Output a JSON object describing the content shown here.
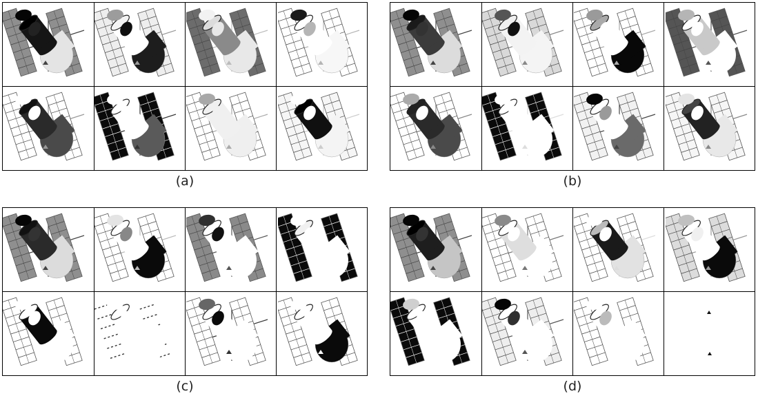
{
  "panels": [
    {
      "caption": "(a)",
      "cells": [
        {
          "style": "full",
          "ll": "#8f8f8f",
          "lr": "#8f8f8f",
          "cyl": "#151515",
          "band": "#000000",
          "ov1": "#050505",
          "ov2": "#222222",
          "lower": "#e4e4e4",
          "pole": "#444444"
        },
        {
          "style": "full",
          "ll": "#eeeeee",
          "lr": "#eeeeee",
          "cyl": "#ffffff",
          "band": "#f4f4f4",
          "ov1": "#9c9c9c",
          "ov2": "#0f0f0f",
          "lower": "#1d1d1d",
          "pole": "#9a9a9a"
        },
        {
          "style": "full",
          "ll": "#6c6c6c",
          "lr": "#6c6c6c",
          "cyl": "#8a8a8a",
          "band": "#dcdcdc",
          "ov1": "#f2f2f2",
          "ov2": "#e8e8e8",
          "lower": "#e8e8e8",
          "pole": "#bbbbbb"
        },
        {
          "style": "outline",
          "ll": "#ffffff",
          "lr": "#ffffff",
          "cyl": "#ffffff",
          "band": "#ffffff",
          "ov1": "#1a1a1a",
          "ov2": "#b5b5b5",
          "lower": "#f7f7f7",
          "pole": "#b5b5b5"
        },
        {
          "style": "outline",
          "ll": "#ffffff",
          "lr": "#ffffff",
          "cyl": "#2a2a2a",
          "band": "#111111",
          "ov1": "#ffffff",
          "ov2": "#ffffff",
          "lower": "#4a4a4a",
          "pole": "#999999"
        },
        {
          "style": "solar",
          "ll": "#0a0a0a",
          "lr": "#0a0a0a",
          "cyl": "#ffffff",
          "band": "#ffffff",
          "ov1": "#ffffff",
          "ov2": "#ffffff",
          "lower": "#5a5a5a",
          "pole": "#333333"
        },
        {
          "style": "outline",
          "ll": "#ffffff",
          "lr": "#ffffff",
          "cyl": "#f0f0f0",
          "band": "#f0f0f0",
          "ov1": "#a8a8a8",
          "ov2": "#f0f0f0",
          "lower": "#efefef",
          "pole": "#aaaaaa"
        },
        {
          "style": "outline",
          "ll": "#f6f6f6",
          "lr": "#f6f6f6",
          "cyl": "#101010",
          "band": "#000000",
          "ov1": "#ffffff",
          "ov2": "#ffffff",
          "lower": "#f4f4f4",
          "pole": "#cccccc"
        }
      ]
    },
    {
      "caption": "(b)",
      "cells": [
        {
          "style": "full",
          "ll": "#8f8f8f",
          "lr": "#8f8f8f",
          "cyl": "#3b3b3b",
          "band": "#1a1a1a",
          "ov1": "#050505",
          "ov2": "#333333",
          "lower": "#dcdcdc",
          "pole": "#444444"
        },
        {
          "style": "full",
          "ll": "#d9d9d9",
          "lr": "#d9d9d9",
          "cyl": "#f3f3f3",
          "band": "#f0f0f0",
          "ov1": "#555555",
          "ov2": "#111111",
          "lower": "#f4f4f4",
          "pole": "#888888"
        },
        {
          "style": "outline",
          "ll": "#ffffff",
          "lr": "#ffffff",
          "cyl": "#ffffff",
          "band": "#aaaaaa",
          "ov1": "#9a9a9a",
          "ov2": "#ffffff",
          "lower": "#080808",
          "pole": "#aaaaaa"
        },
        {
          "style": "full",
          "ll": "#555555",
          "lr": "#555555",
          "cyl": "#c9c9c9",
          "band": "#ffffff",
          "ov1": "#b5b5b5",
          "ov2": "#ffffff",
          "lower": "#ffffff",
          "pole": "#555555"
        },
        {
          "style": "outline",
          "ll": "#ffffff",
          "lr": "#ffffff",
          "cyl": "#2a2a2a",
          "band": "#222222",
          "ov1": "#aaaaaa",
          "ov2": "#ffffff",
          "lower": "#4a4a4a",
          "pole": "#888888"
        },
        {
          "style": "solar",
          "ll": "#0a0a0a",
          "lr": "#0a0a0a",
          "cyl": "#ffffff",
          "band": "#ffffff",
          "ov1": "#ffffff",
          "ov2": "#ffffff",
          "lower": "#ffffff",
          "pole": "#dddddd"
        },
        {
          "style": "outline",
          "ll": "#f2f2f2",
          "lr": "#f2f2f2",
          "cyl": "#ffffff",
          "band": "#ffffff",
          "ov1": "#050505",
          "ov2": "#9a9a9a",
          "lower": "#6a6a6a",
          "pole": "#444444"
        },
        {
          "style": "outline",
          "ll": "#f6f6f6",
          "lr": "#f6f6f6",
          "cyl": "#222222",
          "band": "#444444",
          "ov1": "#e4e4e4",
          "ov2": "#ffffff",
          "lower": "#e8e8e8",
          "pole": "#888888"
        }
      ]
    },
    {
      "caption": "(c)",
      "cells": [
        {
          "style": "full",
          "ll": "#8f8f8f",
          "lr": "#8f8f8f",
          "cyl": "#2a2a2a",
          "band": "#111111",
          "ov1": "#050505",
          "ov2": "#333333",
          "lower": "#dcdcdc",
          "pole": "#444444"
        },
        {
          "style": "outline",
          "ll": "#ffffff",
          "lr": "#ffffff",
          "cyl": "#ffffff",
          "band": "#ffffff",
          "ov1": "#e4e4e4",
          "ov2": "#888888",
          "lower": "#0a0a0a",
          "pole": "#bbbbbb"
        },
        {
          "style": "full",
          "ll": "#8a8a8a",
          "lr": "#8a8a8a",
          "cyl": "#ffffff",
          "band": "#ffffff",
          "ov1": "#303030",
          "ov2": "#111111",
          "lower": "#ffffff",
          "pole": "#555555"
        },
        {
          "style": "solar",
          "ll": "#0a0a0a",
          "lr": "#0a0a0a",
          "cyl": "#ffffff",
          "band": "#f0f0f0",
          "ov1": "#ffffff",
          "ov2": "#ffffff",
          "lower": "#ffffff",
          "pole": "#ffffff"
        },
        {
          "style": "partial",
          "ll": "#ffffff",
          "lr": "#ffffff",
          "cyl": "#0a0a0a",
          "band": "#ffffff",
          "ov1": "#ffffff",
          "ov2": "#ffffff",
          "lower": "#ffffff",
          "pole": "#ffffff"
        },
        {
          "style": "sparse",
          "ll": "#ffffff",
          "lr": "#ffffff",
          "cyl": "#ffffff",
          "band": "#ffffff",
          "ov1": "#ffffff",
          "ov2": "#ffffff",
          "lower": "#ffffff",
          "pole": "#ffffff"
        },
        {
          "style": "outline",
          "ll": "#ffffff",
          "lr": "#ffffff",
          "cyl": "#ffffff",
          "band": "#ffffff",
          "ov1": "#666666",
          "ov2": "#0a0a0a",
          "lower": "#ffffff",
          "pole": "#333333"
        },
        {
          "style": "partial",
          "ll": "#ffffff",
          "lr": "#ffffff",
          "cyl": "#ffffff",
          "band": "#ffffff",
          "ov1": "#ffffff",
          "ov2": "#ffffff",
          "lower": "#0a0a0a",
          "pole": "#ffffff"
        }
      ]
    },
    {
      "caption": "(d)",
      "cells": [
        {
          "style": "full",
          "ll": "#8f8f8f",
          "lr": "#8f8f8f",
          "cyl": "#1e1e1e",
          "band": "#000000",
          "ov1": "#050505",
          "ov2": "#333333",
          "lower": "#c5c5c5",
          "pole": "#444444"
        },
        {
          "style": "outline",
          "ll": "#ffffff",
          "lr": "#ffffff",
          "cyl": "#dedede",
          "band": "#ffffff",
          "ov1": "#8a8a8a",
          "ov2": "#ffffff",
          "lower": "#ffffff",
          "pole": "#777777"
        },
        {
          "style": "partial",
          "ll": "#ffffff",
          "lr": "#ffffff",
          "cyl": "#1a1a1a",
          "band": "#bbbbbb",
          "ov1": "#ffffff",
          "ov2": "#ffffff",
          "lower": "#e2e2e2",
          "pole": "#dddddd"
        },
        {
          "style": "full",
          "ll": "#dcdcdc",
          "lr": "#dcdcdc",
          "cyl": "#ffffff",
          "band": "#ffffff",
          "ov1": "#c0c0c0",
          "ov2": "#f0f0f0",
          "lower": "#0a0a0a",
          "pole": "#999999"
        },
        {
          "style": "solar",
          "ll": "#0a0a0a",
          "lr": "#0a0a0a",
          "cyl": "#ffffff",
          "band": "#ffffff",
          "ov1": "#cfcfcf",
          "ov2": "#ffffff",
          "lower": "#ffffff",
          "pole": "#ffffff"
        },
        {
          "style": "full",
          "ll": "#eeeeee",
          "lr": "#eeeeee",
          "cyl": "#ffffff",
          "band": "#ffffff",
          "ov1": "#050505",
          "ov2": "#303030",
          "lower": "#ffffff",
          "pole": "#555555"
        },
        {
          "style": "outline",
          "ll": "#ffffff",
          "lr": "#ffffff",
          "cyl": "#ffffff",
          "band": "#ffffff",
          "ov1": "#ffffff",
          "ov2": "#bbbbbb",
          "lower": "#ffffff",
          "pole": "#ffffff"
        },
        {
          "style": "dots",
          "ll": "#ffffff",
          "lr": "#ffffff",
          "cyl": "#ffffff",
          "band": "#ffffff",
          "ov1": "#ffffff",
          "ov2": "#ffffff",
          "lower": "#ffffff",
          "pole": "#ffffff"
        }
      ]
    }
  ]
}
